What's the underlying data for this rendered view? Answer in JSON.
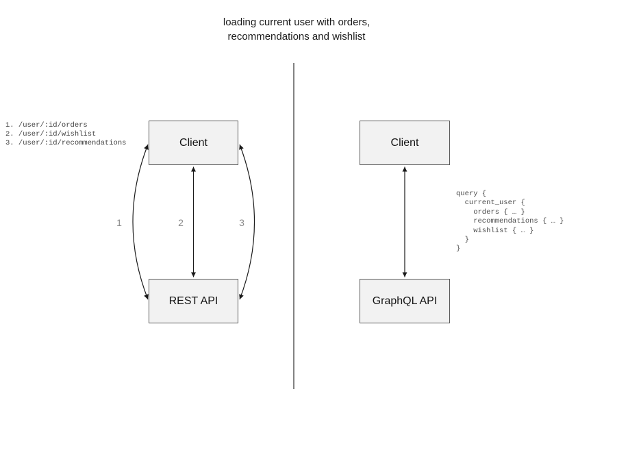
{
  "title": "loading current user with orders,\nrecommendations and wishlist",
  "left_panel": {
    "name": "rest-approach",
    "endpoints": [
      "1. /user/:id/orders",
      "2. /user/:id/wishlist",
      "3. /user/:id/recommendations"
    ],
    "client_label": "Client",
    "api_label": "REST API",
    "arrow_labels": [
      "1",
      "2",
      "3"
    ]
  },
  "right_panel": {
    "name": "graphql-approach",
    "client_label": "Client",
    "api_label": "GraphQL API",
    "query": "query {\n  current_user {\n    orders { … }\n    recommendations { … }\n    wishlist { … }\n  }\n}"
  },
  "colors": {
    "background": "#ffffff",
    "node_fill": "#f2f2f2",
    "node_border": "#595959",
    "node_text": "#141414",
    "arrow": "#1a1a1a",
    "divider": "#4d4d4d",
    "arrow_label_gray": "#8a8a8a",
    "code_gray": "#4d4d4d"
  }
}
